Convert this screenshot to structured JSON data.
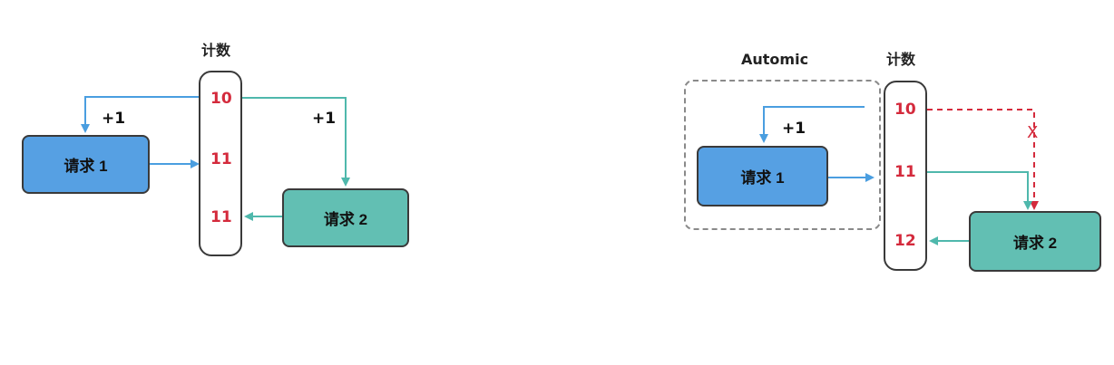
{
  "colors": {
    "blue_box": "#56a0e3",
    "teal_box": "#62bfb3",
    "blue_arrow": "#4a9ee0",
    "teal_arrow": "#4fb8ac",
    "red": "#d42a3c"
  },
  "left": {
    "counter_title": "计数",
    "values": [
      "10",
      "11",
      "11"
    ],
    "request1": "请求 1",
    "request2": "请求 2",
    "plus_a": "+1",
    "plus_b": "+1"
  },
  "right": {
    "group_title": "Automic",
    "counter_title": "计数",
    "values": [
      "10",
      "11",
      "12"
    ],
    "request1": "请求 1",
    "request2": "请求 2",
    "plus": "+1",
    "cross": "X"
  }
}
